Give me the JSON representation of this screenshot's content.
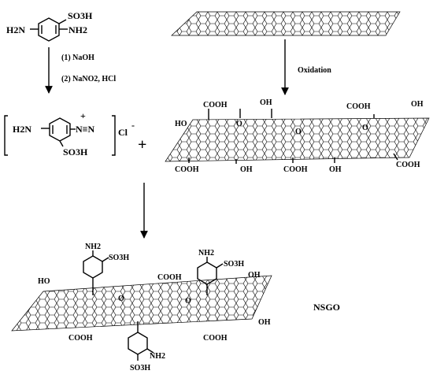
{
  "reactant": {
    "amino_left": "H2N",
    "sulfonic": "SO3H",
    "amino_right": "NH2"
  },
  "steps": {
    "step1": "(1) NaOH",
    "step2": "(2) NaNO2, HCl",
    "oxidation": "Oxidation"
  },
  "diazonium": {
    "amino": "H2N",
    "diazo_plus": "+",
    "diazo": "N≡N",
    "sulfonic": "SO3H",
    "counter_ion": "Cl",
    "charge": "-"
  },
  "plus_sign": "+",
  "graphene_oxide": {
    "groups": [
      "COOH",
      "OH",
      "COOH",
      "OH",
      "HO",
      "O",
      "O",
      "O",
      "COOH",
      "OH",
      "COOH",
      "OH",
      "COOH"
    ]
  },
  "product": {
    "name": "NSGO",
    "groups": [
      "NH2",
      "SO3H",
      "NH2",
      "SO3H",
      "HO",
      "COOH",
      "OH",
      "O",
      "O",
      "OH",
      "COOH",
      "COOH",
      "NH2",
      "SO3H"
    ]
  },
  "colors": {
    "ink": "#000000",
    "background": "#ffffff"
  }
}
